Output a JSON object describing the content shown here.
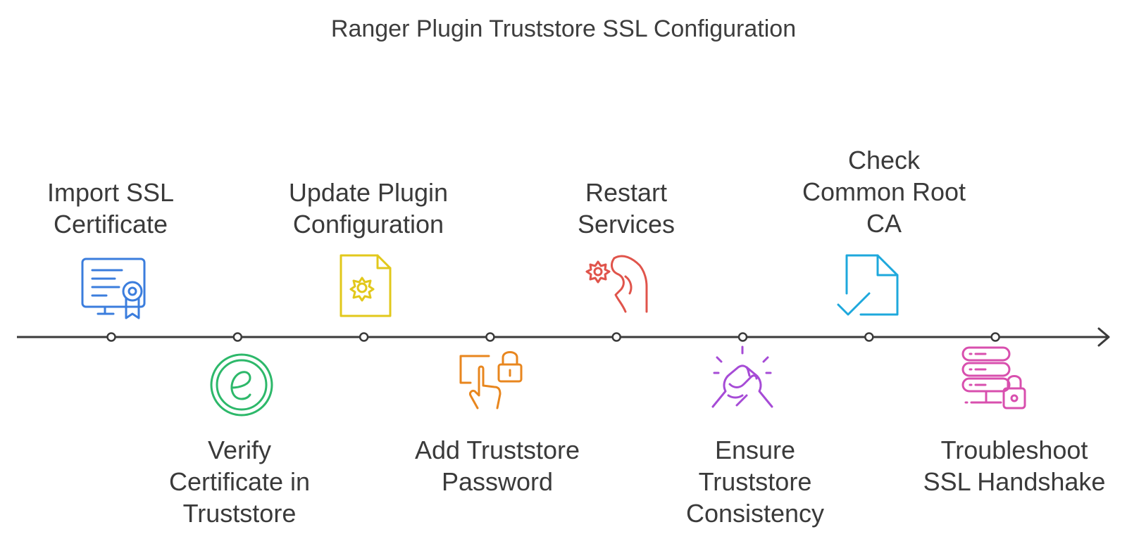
{
  "title": "Ranger Plugin Truststore SSL Configuration",
  "steps": [
    {
      "lines": [
        "Import SSL",
        "Certificate"
      ],
      "icon": "certificate-icon",
      "color": "#3B7DDD"
    },
    {
      "lines": [
        "Verify",
        "Certificate in",
        "Truststore"
      ],
      "icon": "internet-explorer-icon",
      "color": "#2DB86A"
    },
    {
      "lines": [
        "Update Plugin",
        "Configuration"
      ],
      "icon": "file-settings-icon",
      "color": "#E2C81B"
    },
    {
      "lines": [
        "Add Truststore",
        "Password"
      ],
      "icon": "touch-lock-icon",
      "color": "#E8861E"
    },
    {
      "lines": [
        "Restart",
        "Services"
      ],
      "icon": "hand-gear-icon",
      "color": "#E0544B"
    },
    {
      "lines": [
        "Ensure",
        "Truststore",
        "Consistency"
      ],
      "icon": "handshake-icon",
      "color": "#A64BD6"
    },
    {
      "lines": [
        "Check",
        "Common Root",
        "CA"
      ],
      "icon": "file-check-icon",
      "color": "#1EA8DC"
    },
    {
      "lines": [
        "Troubleshoot",
        "SSL Handshake"
      ],
      "icon": "server-lock-icon",
      "color": "#D84FAE"
    }
  ]
}
